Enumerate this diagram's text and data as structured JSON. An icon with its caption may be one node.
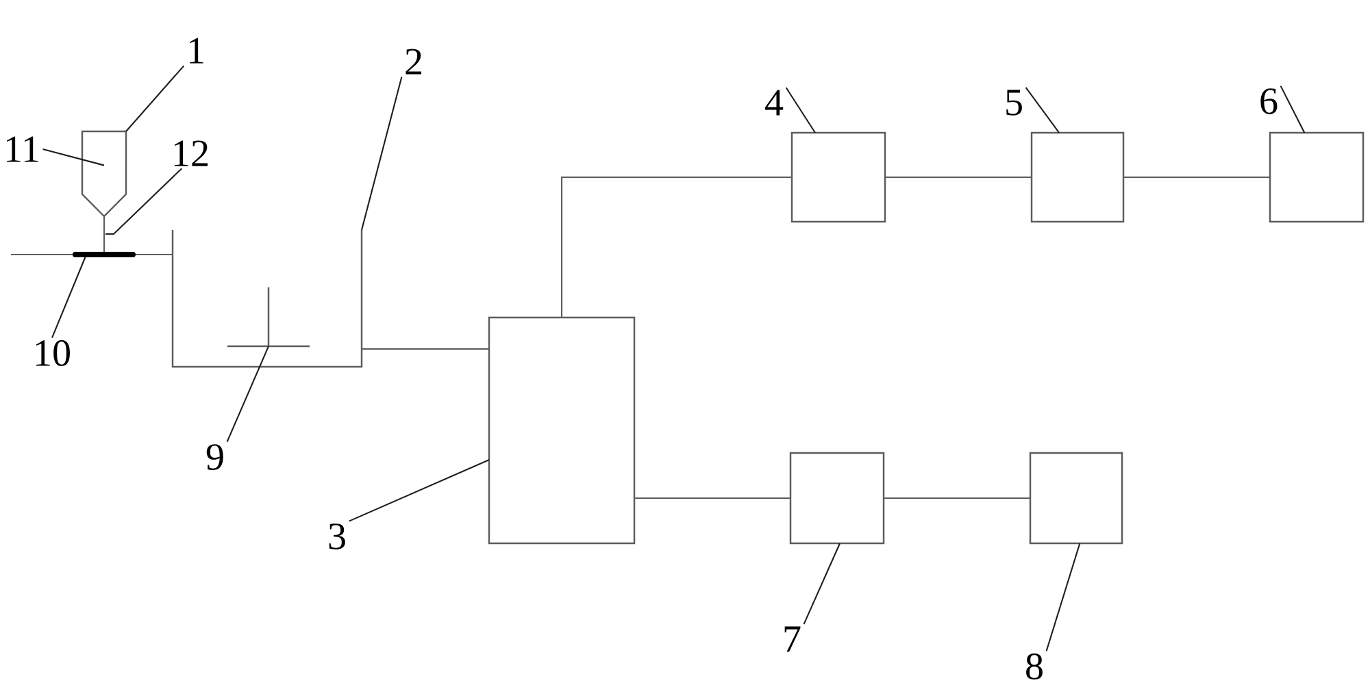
{
  "diagram": {
    "nodes": [
      {
        "text": [
          "1"
        ]
      },
      {
        "text": [
          "11"
        ]
      },
      {
        "text": [
          "12"
        ]
      },
      {
        "text": [
          "10"
        ]
      },
      {
        "text": [
          "2"
        ]
      },
      {
        "text": [
          "9"
        ]
      },
      {
        "text": [
          "3"
        ]
      },
      {
        "text": [
          "4"
        ]
      },
      {
        "text": [
          "5"
        ]
      },
      {
        "text": [
          "6"
        ]
      },
      {
        "text": [
          "7"
        ]
      },
      {
        "text": [
          "8"
        ]
      },
      {
        "text": [],
        "shape": "funnel"
      },
      {
        "text": [],
        "shape": "bar"
      },
      {
        "text": [],
        "shape": "container"
      },
      {
        "text": [],
        "shape": "cross",
        "in": 14
      },
      {
        "text": [],
        "shape": "box"
      },
      {
        "text": [],
        "shape": "box"
      },
      {
        "text": [],
        "shape": "box"
      },
      {
        "text": [],
        "shape": "box"
      },
      {
        "text": [],
        "shape": "box"
      },
      {
        "text": [],
        "shape": "box"
      }
    ],
    "edges": [
      {
        "from": 0,
        "to": 12,
        "arrow": "none"
      },
      {
        "from": 1,
        "to": 12,
        "arrow": "none"
      },
      {
        "from": 2,
        "to": null,
        "arrow": "none"
      },
      {
        "from": 3,
        "to": 13,
        "arrow": "none"
      },
      {
        "from": 4,
        "to": 14,
        "arrow": "none"
      },
      {
        "from": 5,
        "to": 15,
        "arrow": "none"
      },
      {
        "from": 6,
        "to": 16,
        "arrow": "none"
      },
      {
        "from": 7,
        "to": 17,
        "arrow": "none"
      },
      {
        "from": 8,
        "to": 18,
        "arrow": "none"
      },
      {
        "from": 9,
        "to": 19,
        "arrow": "none"
      },
      {
        "from": 10,
        "to": 20,
        "arrow": "none"
      },
      {
        "from": 11,
        "to": 21,
        "arrow": "none"
      },
      {
        "from": null,
        "to": 13,
        "arrow": "none"
      },
      {
        "from": 13,
        "to": 14,
        "arrow": "none"
      },
      {
        "from": 12,
        "to": 13,
        "arrow": "none"
      },
      {
        "from": 14,
        "to": 16,
        "arrow": "none"
      },
      {
        "from": 16,
        "to": 17,
        "arrow": "none"
      },
      {
        "from": 17,
        "to": 18,
        "arrow": "none"
      },
      {
        "from": 18,
        "to": 19,
        "arrow": "none"
      },
      {
        "from": 16,
        "to": 20,
        "arrow": "none"
      },
      {
        "from": 20,
        "to": 21,
        "arrow": "none"
      }
    ]
  }
}
